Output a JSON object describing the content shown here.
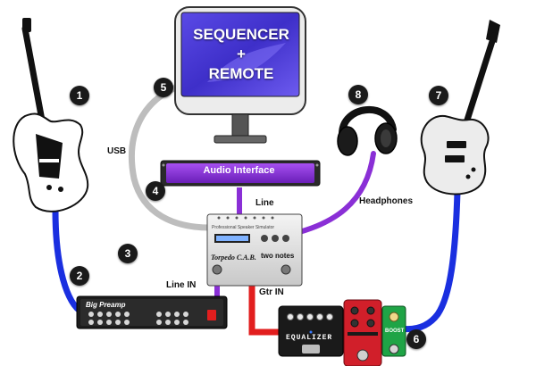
{
  "monitor": {
    "line1": "SEQUENCER",
    "line2": "+",
    "line3": "REMOTE"
  },
  "audio_interface": {
    "label": "Audio Interface"
  },
  "preamp": {
    "label": "Big Preamp"
  },
  "torpedo": {
    "name": "Torpedo C.A.B.",
    "brand": "two notes",
    "subtitle": "Professional Speaker Simulator"
  },
  "pedals": {
    "equalizer": "EQUALIZER",
    "boost": "BOOST"
  },
  "labels": {
    "usb": "USB",
    "line": "Line",
    "headphones": "Headphones",
    "line_in": "Line IN",
    "gtr_in": "Gtr IN"
  },
  "badges": [
    "1",
    "2",
    "3",
    "4",
    "5",
    "6",
    "7",
    "8"
  ],
  "colors": {
    "usb_cable": "#bdbdbd",
    "purple_cable": "#8a2fd6",
    "blue_cable": "#1a2fe0",
    "red_cable": "#e21e1e",
    "monitor_screen": "#4a3ad6"
  }
}
